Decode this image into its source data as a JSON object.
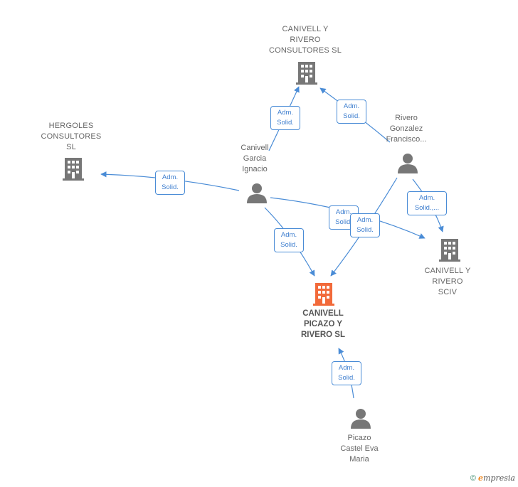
{
  "colors": {
    "edge": "#4a8cd6",
    "icon": "#777777",
    "main_icon": "#f26a3a"
  },
  "nodes": {
    "canivell_rivero_consultores": {
      "label": "CANIVELL Y\nRIVERO\nCONSULTORES SL",
      "icon": "building-icon"
    },
    "hergoles": {
      "label": "HERGOLES\nCONSULTORES\nSL",
      "icon": "building-icon"
    },
    "canivell_garcia": {
      "label": "Canivell\nGarcia\nIgnacio",
      "icon": "person-icon"
    },
    "rivero_gonzalez": {
      "label": "Rivero\nGonzalez\nFrancisco...",
      "icon": "person-icon"
    },
    "canivell_rivero_sciv": {
      "label": "CANIVELL Y\nRIVERO\nSCIV",
      "icon": "building-icon"
    },
    "canivell_picazo": {
      "label": "CANIVELL\nPICAZO Y\nRIVERO  SL",
      "icon": "building-icon"
    },
    "picazo_castel": {
      "label": "Picazo\nCastel Eva\nMaria",
      "icon": "person-icon"
    }
  },
  "edges": {
    "e1": "Adm.\nSolid.",
    "e2": "Adm.\nSolid.",
    "e3": "Adm.\nSolid.",
    "e4": "Adm.\nSolid.",
    "e5": "Adm.\nSolid.",
    "e6": "Adm.\nSolid.,...",
    "e7": "Adm.\nSolid.",
    "e8": "Adm.\nSolid."
  },
  "footer": {
    "copyright": "©",
    "brand_e": "e",
    "brand_rest": "mpresia"
  }
}
